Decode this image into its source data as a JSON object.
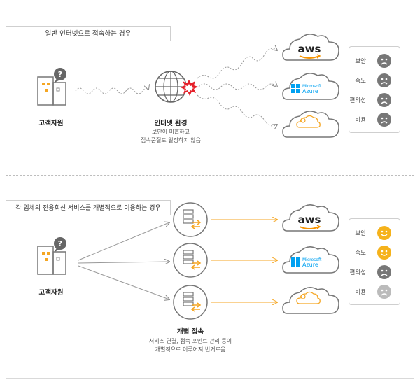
{
  "section1": {
    "title": "일반 인터넷으로 접속하는 경우",
    "customer_label": "고객자원",
    "middle_label": "인터넷 환경",
    "middle_desc": [
      "보안이 미흡하고",
      "접속품질도 일정하지 않음"
    ],
    "clouds": [
      {
        "icon": "aws-logo",
        "text": "aws"
      },
      {
        "icon": "azure-logo",
        "text_top": "Microsoft",
        "text_bottom": "Azure"
      },
      {
        "icon": "generic-cloud-icon"
      }
    ],
    "legend": [
      {
        "label": "보안",
        "mood": "sad",
        "color": "#777777"
      },
      {
        "label": "속도",
        "mood": "sad",
        "color": "#777777"
      },
      {
        "label": "편의성",
        "mood": "sad",
        "color": "#777777"
      },
      {
        "label": "비용",
        "mood": "sad",
        "color": "#777777"
      }
    ]
  },
  "section2": {
    "title": "각 업체의 전용회선 서비스를 개별적으로 이용하는 경우",
    "customer_label": "고객자원",
    "middle_label": "개별 접속",
    "middle_desc": [
      "서비스 연결, 접속 포인트 관리 등이",
      "개별적으로 이루어져 번거로움"
    ],
    "clouds": [
      {
        "icon": "aws-logo",
        "text": "aws"
      },
      {
        "icon": "azure-logo",
        "text_top": "Microsoft",
        "text_bottom": "Azure"
      },
      {
        "icon": "generic-cloud-icon"
      }
    ],
    "legend": [
      {
        "label": "보안",
        "mood": "happy",
        "color": "#f5b21b"
      },
      {
        "label": "속도",
        "mood": "happy",
        "color": "#f5b21b"
      },
      {
        "label": "편의성",
        "mood": "sad",
        "color": "#777777"
      },
      {
        "label": "비용",
        "mood": "sad",
        "color": "#bbbbbb"
      }
    ]
  },
  "colors": {
    "accent": "#f5a623",
    "gray": "#777777",
    "aws_orange": "#f79400",
    "azure_blue": "#00a1f1",
    "alert_red": "#e5202a"
  }
}
